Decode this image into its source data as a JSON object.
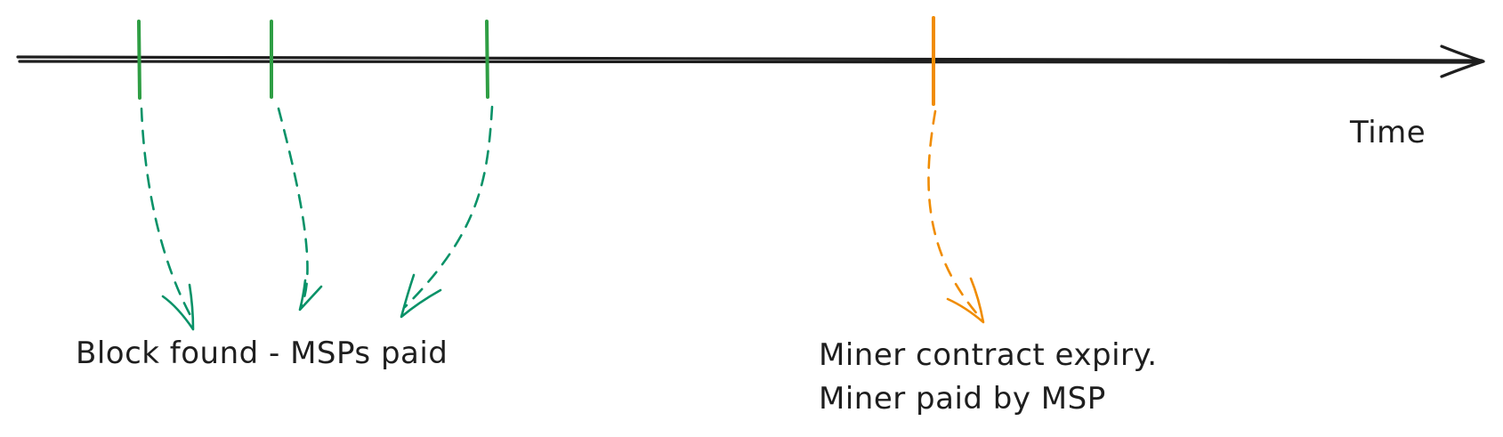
{
  "axis": {
    "label": "Time"
  },
  "events": {
    "block": {
      "label": "Block found - MSPs paid"
    },
    "expiry": {
      "line1": "Miner contract expiry.",
      "line2": "Miner paid by MSP"
    }
  },
  "colors": {
    "line": "#1e1e1e",
    "block_tick": "#2f9e44",
    "block_arrow": "#099268",
    "expiry": "#f08c00"
  },
  "icons": {
    "timeline_head": "arrow-head-right",
    "event_pointer": "curved-dashed-arrow"
  }
}
